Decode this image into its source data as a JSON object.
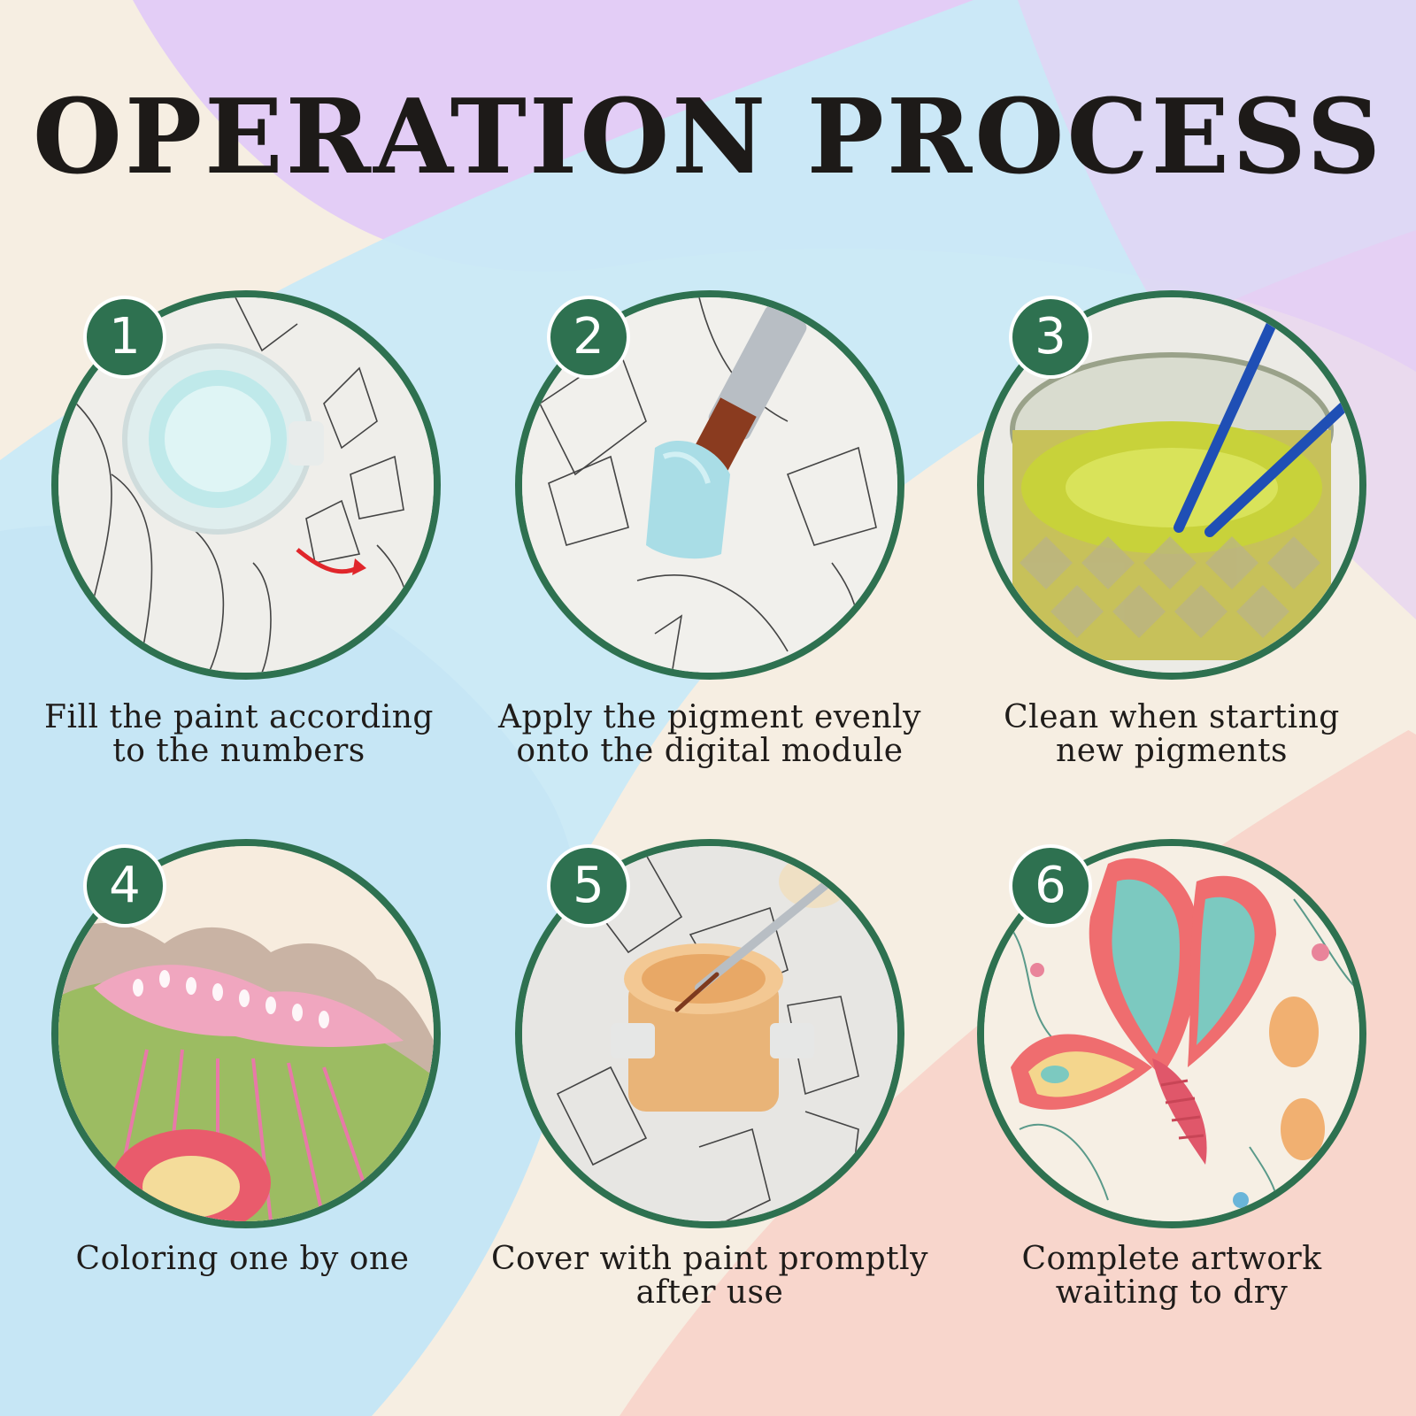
{
  "title": "OPERATION PROCESS",
  "colors": {
    "badge": "#2e7150",
    "ring": "#2e7150",
    "title": "#1d1a18",
    "bg_lavender": "#e3cdf6",
    "bg_sky": "#c9e9f7",
    "bg_peach": "#f8d6cc",
    "bg_cream": "#f6eee2"
  },
  "steps": [
    {
      "number": "1",
      "icon": "paint-pot-on-canvas-photo",
      "caption": [
        "Fill the paint according",
        "to the numbers"
      ]
    },
    {
      "number": "2",
      "icon": "brush-applying-paint-photo",
      "caption": [
        "Apply the pigment evenly",
        "onto the digital module"
      ]
    },
    {
      "number": "3",
      "icon": "brushes-in-water-jar-photo",
      "caption": [
        "Clean when starting",
        "new pigments"
      ]
    },
    {
      "number": "4",
      "icon": "painted-flower-closeup-photo",
      "caption": [
        "Coloring one by one"
      ]
    },
    {
      "number": "5",
      "icon": "brush-in-paint-pot-photo",
      "caption": [
        "Cover with paint promptly",
        "after use"
      ]
    },
    {
      "number": "6",
      "icon": "finished-butterfly-artwork-photo",
      "caption": [
        "Complete artwork",
        "waiting to dry"
      ]
    }
  ]
}
